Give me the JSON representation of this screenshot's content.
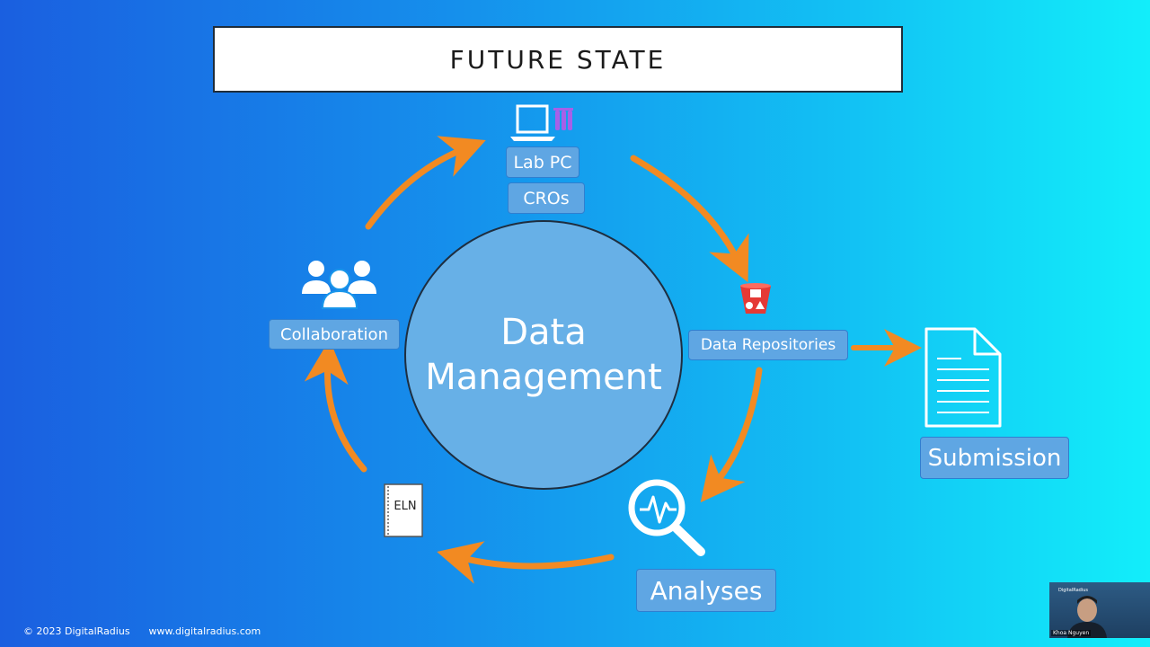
{
  "slide": {
    "title": "FUTURE STATE",
    "center": {
      "line1": "Data",
      "line2": "Management"
    },
    "nodes": {
      "lab_pc": "Lab PC",
      "cros": "CROs",
      "data_repositories": "Data Repositories",
      "analyses": "Analyses",
      "eln": "ELN",
      "collaboration": "Collaboration",
      "submission": "Submission"
    },
    "icons": {
      "lab_pc": "laptop-icon",
      "lab_tubes": "test-tubes-icon",
      "data_repositories": "bucket-icon",
      "analyses": "magnifier-waveform-icon",
      "eln": "notebook-icon",
      "collaboration": "people-group-icon",
      "submission": "document-icon"
    },
    "colors": {
      "arrow": "#f28a22",
      "label_bg": "#5fa6e3",
      "circle": "#67b0e7"
    },
    "footer": {
      "copyright": "© 2023 DigitalRadius",
      "url": "www.digitalradius.com"
    },
    "presenter": {
      "name": "Khoa Nguyen",
      "brand": "DigitalRadius"
    }
  }
}
